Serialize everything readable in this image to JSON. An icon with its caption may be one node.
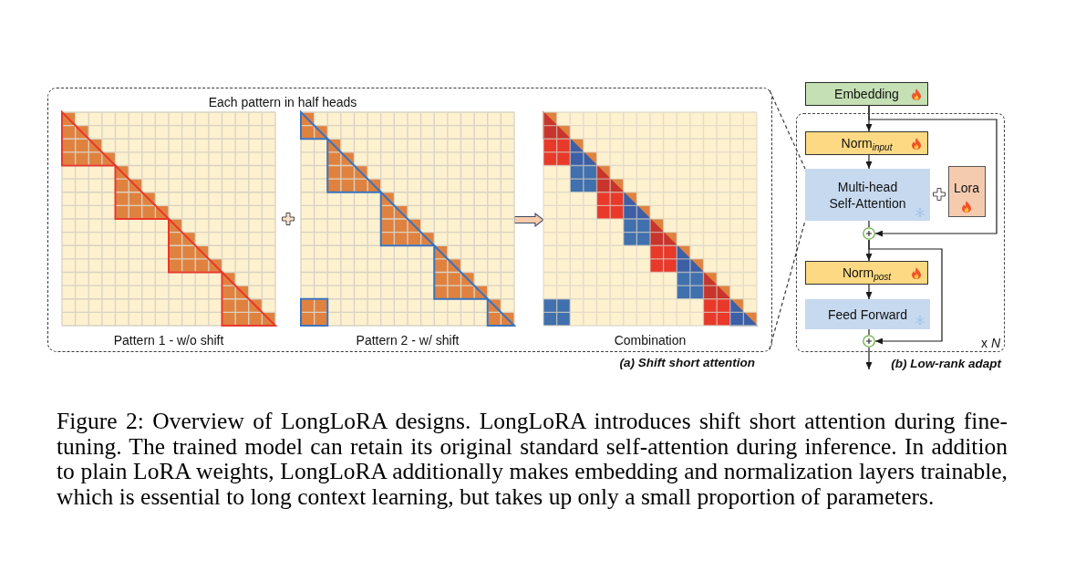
{
  "diagram": {
    "caption": "Figure 2: Overview of LongLoRA designs. LongLoRA introduces shift short attention during fine-tuning. The trained model can retain its original standard self-attention during inference. In addition to plain LoRA weights, LongLoRA additionally makes embedding and normalization layers trainable, which is essential to long context learning, but takes up only a small proportion of parameters.",
    "nodes": [
      {
        "text": [
          "Each pattern in half heads"
        ],
        "beside": [
          "(a) Shift short attention"
        ]
      },
      {
        "text": [],
        "shape": "grid",
        "in": 0,
        "beside": [
          "Pattern 1 - w/o shift"
        ]
      },
      {
        "text": [],
        "shape": "grid",
        "in": 0,
        "beside": [
          "Pattern 2 - w/ shift"
        ]
      },
      {
        "text": [],
        "shape": "grid",
        "in": 0,
        "beside": [
          "Combination"
        ]
      },
      {
        "text": [
          "Embedding"
        ]
      },
      {
        "text": [
          "x *N*"
        ],
        "beside": [
          "(b) Low-rank adapt"
        ]
      },
      {
        "text": [
          "Norm$_{input}$"
        ],
        "in": 5
      },
      {
        "text": [
          "Multi-head Self-Attention"
        ],
        "in": 5
      },
      {
        "text": [
          "Lora"
        ],
        "in": 5
      },
      {
        "text": [],
        "shape": "circle",
        "in": 5
      },
      {
        "text": [
          "Norm$_{post}$"
        ],
        "in": 5
      },
      {
        "text": [
          "Feed Forward"
        ],
        "in": 5
      },
      {
        "text": [],
        "shape": "circle",
        "in": 5
      }
    ],
    "edges": [
      {
        "from": 0,
        "to": 7,
        "arrow": "none",
        "style": "dashed"
      },
      {
        "from": 0,
        "to": 7,
        "arrow": "none",
        "style": "dashed"
      },
      {
        "from": 2,
        "to": 3,
        "arrow": "to",
        "style": "thick",
        "color": "#f8cbad"
      },
      {
        "from": 4,
        "to": 6,
        "arrow": "to"
      },
      {
        "from": 4,
        "to": 9,
        "arrow": "to"
      },
      {
        "from": 6,
        "to": 7,
        "arrow": "to"
      },
      {
        "from": 7,
        "to": 9,
        "arrow": "none"
      },
      {
        "from": 9,
        "to": 10,
        "arrow": "to"
      },
      {
        "from": 9,
        "to": 12,
        "arrow": "to"
      },
      {
        "from": 10,
        "to": 11,
        "arrow": "to"
      },
      {
        "from": 11,
        "to": 12,
        "arrow": "none"
      },
      {
        "from": 12,
        "to": null,
        "arrow": "to"
      }
    ]
  }
}
